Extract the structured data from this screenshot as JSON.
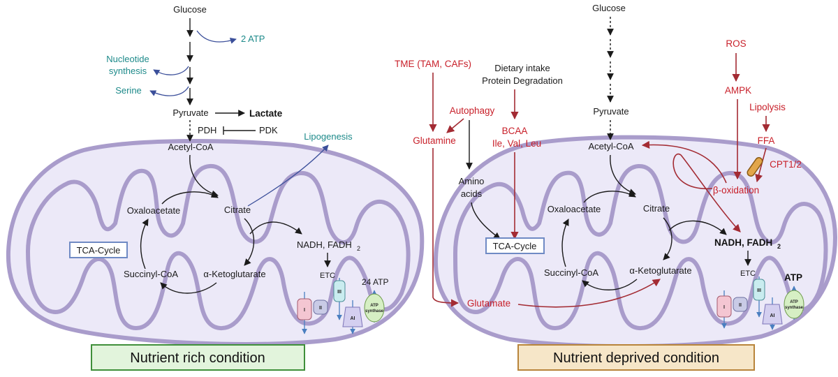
{
  "left": {
    "glucose": "Glucose",
    "atp2": "2 ATP",
    "nucleotide_line1": "Nucleotide",
    "nucleotide_line2": "synthesis",
    "serine": "Serine",
    "pyruvate": "Pyruvate",
    "lactate": "Lactate",
    "pdh": "PDH",
    "pdk": "PDK",
    "acetyl_coa": "Acetyl-CoA",
    "lipogenesis": "Lipogenesis",
    "citrate": "Citrate",
    "oxaloacetate": "Oxaloacetate",
    "tca": "TCA-Cycle",
    "succinyl": "Succinyl-CoA",
    "akg": "α-Ketoglutarate",
    "nadh": "NADH, FADH",
    "nadh_sub": "2",
    "etc": "ETC",
    "atp24": "24 ATP",
    "condition": "Nutrient rich condition"
  },
  "right": {
    "glucose": "Glucose",
    "tme": "TME (TAM, CAFs)",
    "dietary_line1": "Dietary intake",
    "dietary_line2": "Protein Degradation",
    "autophagy": "Autophagy",
    "glutamine": "Glutamine",
    "bcaa_line1": "BCAA",
    "bcaa_line2": "Ile, Val, Leu",
    "pyruvate": "Pyruvate",
    "acetyl_coa": "Acetyl-CoA",
    "ros": "ROS",
    "ampk": "AMPK",
    "lipolysis": "Lipolysis",
    "ffa": "FFA",
    "cpt": "CPT1/2",
    "beta_ox": "β-oxidation",
    "amino_line1": "Amino",
    "amino_line2": "acids",
    "citrate": "Citrate",
    "oxaloacetate": "Oxaloacetate",
    "tca": "TCA-Cycle",
    "succinyl": "Succinyl-CoA",
    "akg": "α-Ketoglutarate",
    "nadh": "NADH, FADH",
    "nadh_sub": "2",
    "etc": "ETC",
    "atp": "ATP",
    "glutamate": "Glutamate",
    "condition": "Nutrient deprived condition"
  },
  "complexes": {
    "c1": "I",
    "c2": "II",
    "c3": "III",
    "c4": "AI",
    "synthase_line1": "ATP",
    "synthase_line2": "synthase"
  },
  "colors": {
    "teal": "#1d8a8a",
    "red": "#c8202a",
    "dark_red_arrow": "#a32b33",
    "blue_arrow": "#3b4f9a",
    "membrane": "#a99ccb",
    "matrix": "#ece9f8",
    "rich_box_fill": "#e2f4dc",
    "rich_box_border": "#3f8f3a",
    "deprived_box_fill": "#f6e6c8",
    "deprived_box_border": "#b8843a"
  }
}
